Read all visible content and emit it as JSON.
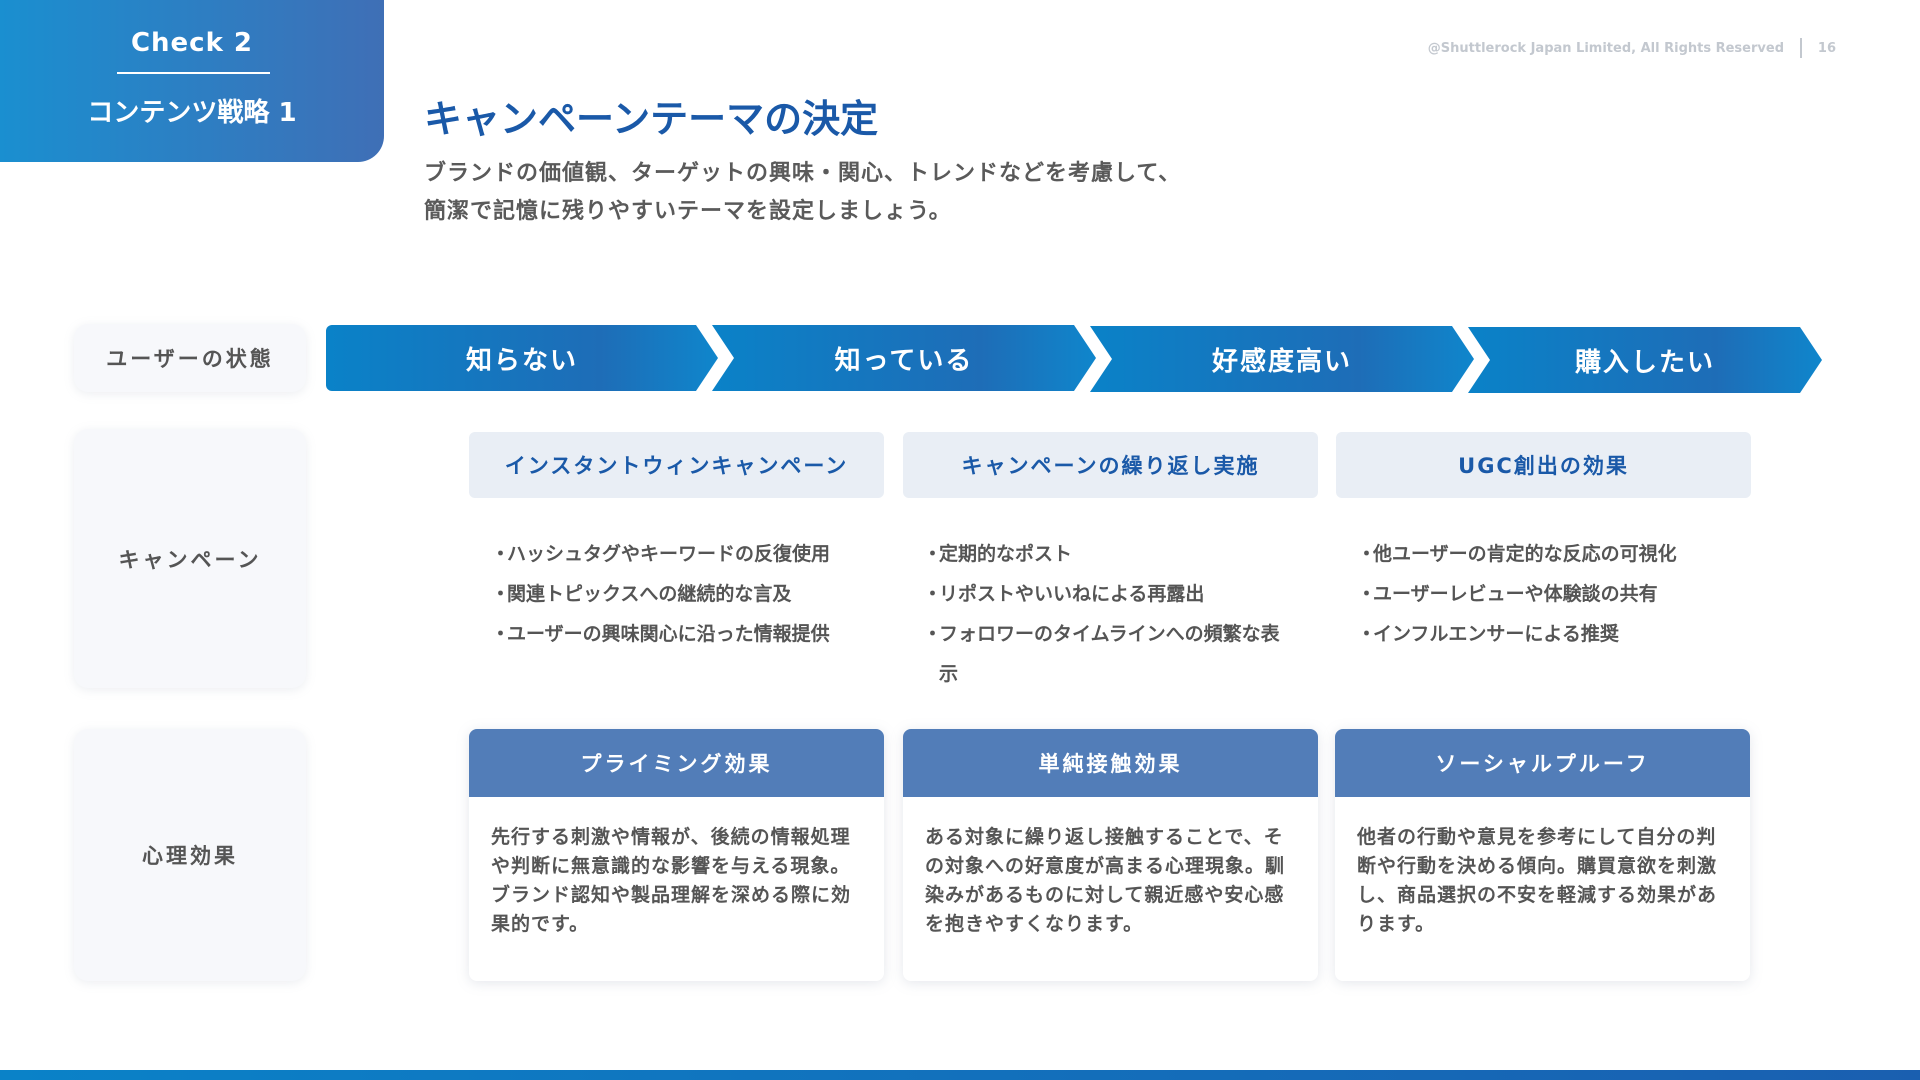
{
  "badge": {
    "check": "Check 2",
    "subtitle": "コンテンツ戦略 1"
  },
  "header": {
    "copyright": "@Shuttlerock Japan Limited, All Rights Reserved",
    "page": "16"
  },
  "title": "キャンペーンテーマの決定",
  "lead": [
    "ブランドの価値観、ターゲットの興味・関心、トレンドなどを考慮して、",
    "簡潔で記憶に残りやすいテーマを設定しましょう。"
  ],
  "rows": {
    "user_state": "ユーザーの状態",
    "campaign": "キャンペーン",
    "psych": "心理効果"
  },
  "stages": [
    "知らない",
    "知っている",
    "好感度高い",
    "購入したい"
  ],
  "campaigns": [
    {
      "title": "インスタントウィンキャンペーン",
      "items": [
        "ハッシュタグやキーワードの反復使用",
        "関連トピックスへの継続的な言及",
        "ユーザーの興味関心に沿った情報提供"
      ]
    },
    {
      "title": "キャンペーンの繰り返し実施",
      "items": [
        "定期的なポスト",
        "リポストやいいねによる再露出",
        "フォロワーのタイムラインへの頻繁な表示"
      ]
    },
    {
      "title": "UGC創出の効果",
      "items": [
        "他ユーザーの肯定的な反応の可視化",
        "ユーザーレビューや体験談の共有",
        "インフルエンサーによる推奨"
      ]
    }
  ],
  "effects": [
    {
      "title": "プライミング効果",
      "body": "先行する刺激や情報が、後続の情報処理や判断に無意識的な影響を与える現象。ブランド認知や製品理解を深める際に効果的です。"
    },
    {
      "title": "単純接触効果",
      "body": "ある対象に繰り返し接触することで、その対象への好意度が高まる心理現象。馴染みがあるものに対して親近感や安心感を抱きやすくなります。"
    },
    {
      "title": "ソーシャルプルーフ",
      "body": "他者の行動や意見を参考にして自分の判断や行動を決める傾向。購買意欲を刺激し、商品選択の不安を軽減する効果があります。"
    }
  ]
}
